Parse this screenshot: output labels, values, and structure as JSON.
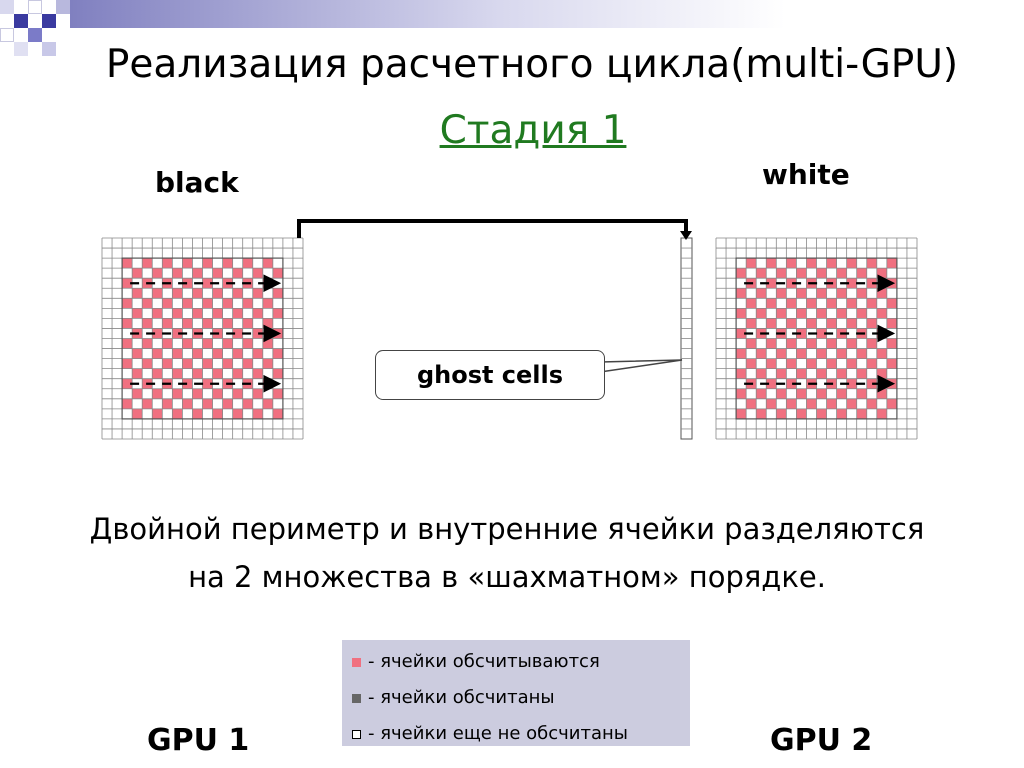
{
  "title": "Реализация расчетного цикла(multi-GPU)",
  "subtitle": "Стадия 1",
  "labels": {
    "black": "black",
    "white": "white"
  },
  "ghost_label": "ghost cells",
  "description": [
    "Двойной периметр и внутренние ячейки разделяются",
    "на 2 множества в «шахматном» порядке."
  ],
  "legend": [
    {
      "swatch": "pink",
      "text": "- ячейки обсчитываются"
    },
    {
      "swatch": "gray",
      "text": "- ячейки обсчитаны"
    },
    {
      "swatch": "white",
      "text": "- ячейки еще не обсчитаны"
    }
  ],
  "gpu": {
    "left": "GPU 1",
    "right": "GPU 2"
  },
  "colors": {
    "computing": "#f07080",
    "computed": "#666666",
    "grid": "#888888",
    "title_accent": "#207a20",
    "legend_bg": "#ccccdf"
  }
}
